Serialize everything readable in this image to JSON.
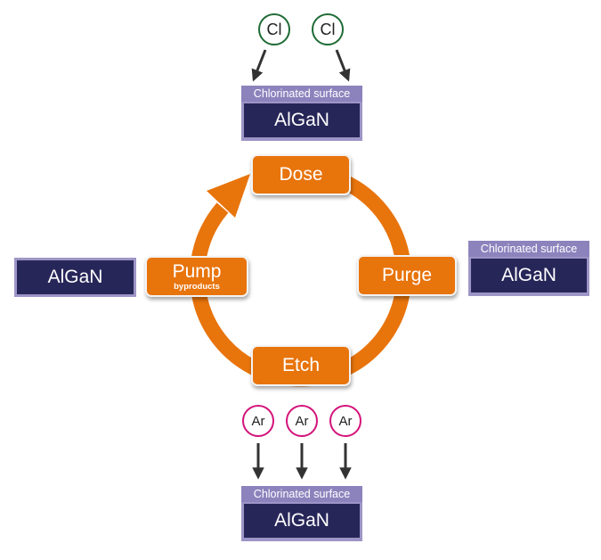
{
  "title": "ALE cycle: AlGaN atomic layer etching",
  "colors": {
    "step_fill": "#e8740c",
    "sample_dark": "#272659",
    "sample_label": "#8c83bd",
    "chlorine_ring": "#1f6b35",
    "argon_ring": "#d4137a",
    "arrow": "#333333"
  },
  "cycle": {
    "steps": [
      {
        "id": "dose",
        "label": "Dose",
        "sublabel": ""
      },
      {
        "id": "purge",
        "label": "Purge",
        "sublabel": ""
      },
      {
        "id": "etch",
        "label": "Etch",
        "sublabel": ""
      },
      {
        "id": "pump",
        "label": "Pump",
        "sublabel": "byproducts"
      }
    ],
    "direction": "clockwise",
    "arrow_icon": "cycle-arrow-icon"
  },
  "samples": {
    "top": {
      "surface_label": "Chlorinated surface",
      "material": "AlGaN"
    },
    "right": {
      "surface_label": "Chlorinated surface",
      "material": "AlGaN"
    },
    "bottom": {
      "surface_label": "Chlorinated surface",
      "material": "AlGaN"
    },
    "left": {
      "surface_label": "",
      "material": "AlGaN"
    }
  },
  "species": {
    "chlorine": [
      "Cl",
      "Cl"
    ],
    "argon": [
      "Ar",
      "Ar",
      "Ar"
    ]
  }
}
